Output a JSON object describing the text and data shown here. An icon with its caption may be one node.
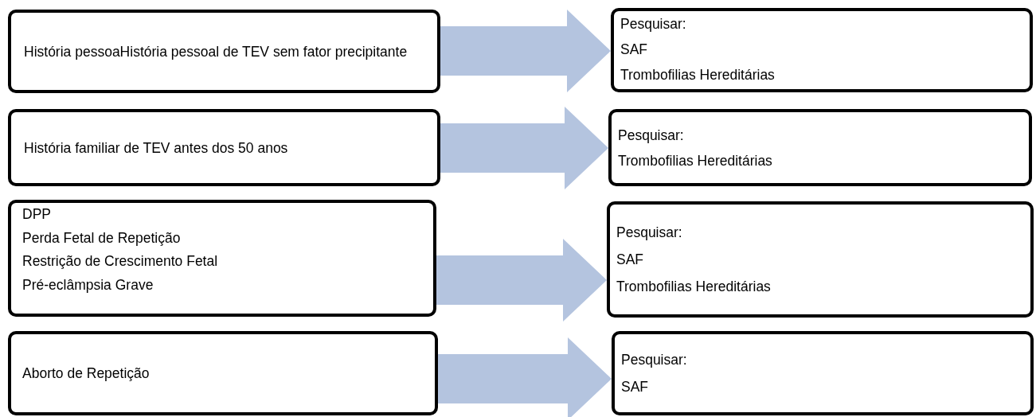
{
  "diagram": {
    "nodes": [
      {
        "text": [
          "História pessoaHistória pessoal de TEV sem fator precipitante"
        ]
      },
      {
        "text": [
          "Pesquisar:",
          "SAF",
          "Trombofilias Hereditárias"
        ]
      },
      {
        "text": [
          "História familiar de TEV antes dos 50 anos"
        ]
      },
      {
        "text": [
          "Pesquisar:",
          "Trombofilias Hereditárias"
        ]
      },
      {
        "text": [
          "DPP",
          "Perda Fetal de Repetição",
          "Restrição de Crescimento Fetal",
          "Pré-eclâmpsia Grave"
        ]
      },
      {
        "text": [
          "Pesquisar:",
          "SAF",
          "Trombofilias Hereditárias"
        ]
      },
      {
        "text": [
          "Aborto de Repetição"
        ]
      },
      {
        "text": [
          "Pesquisar:",
          "SAF"
        ]
      }
    ],
    "edges": [
      {
        "from": 0,
        "to": 1,
        "arrow": "to"
      },
      {
        "from": 2,
        "to": 3,
        "arrow": "to"
      },
      {
        "from": 4,
        "to": 5,
        "arrow": "to"
      },
      {
        "from": 6,
        "to": 7,
        "arrow": "to"
      }
    ]
  }
}
